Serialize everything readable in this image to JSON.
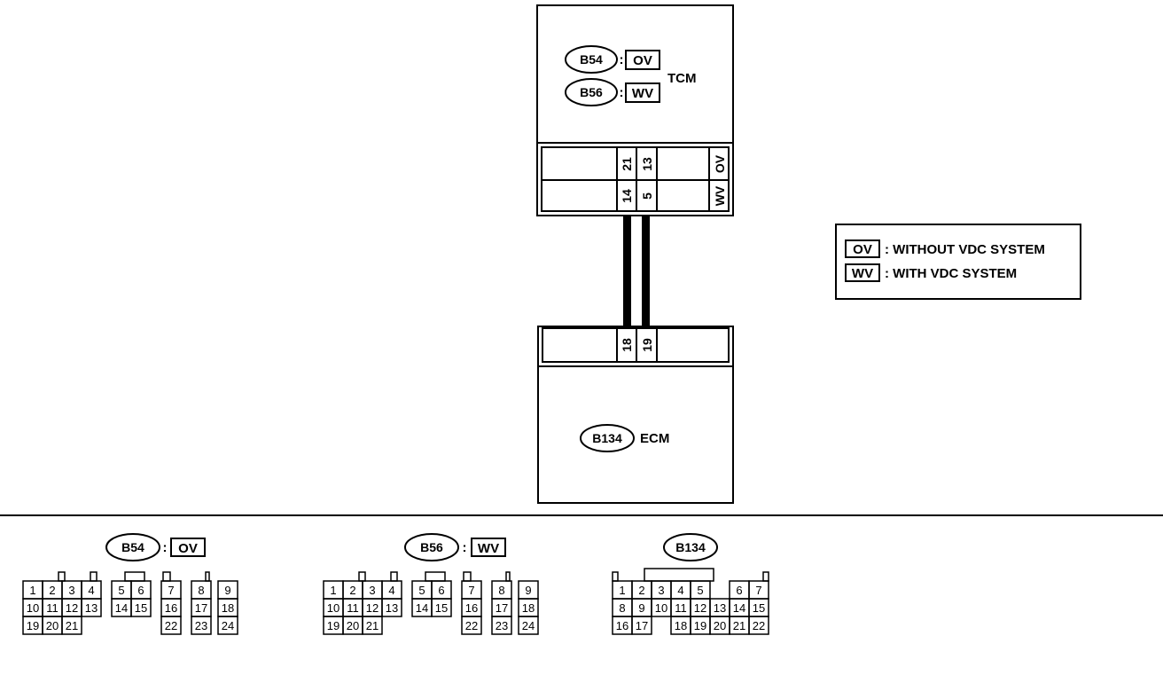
{
  "tcm": {
    "name": "TCM",
    "connector_a": "B54",
    "connector_b": "B56",
    "variant_a": "OV",
    "variant_b": "WV",
    "pins_row1": [
      "21",
      "13"
    ],
    "pins_row2": [
      "14",
      "5"
    ],
    "row1_tag": "OV",
    "row2_tag": "WV"
  },
  "ecm": {
    "name": "ECM",
    "connector": "B134",
    "pins": [
      "18",
      "19"
    ]
  },
  "legend": {
    "ov_code": "OV",
    "ov_text": ": WITHOUT VDC SYSTEM",
    "wv_code": "WV",
    "wv_text": ": WITH VDC SYSTEM"
  },
  "connectors": {
    "b54": {
      "label": "B54",
      "variant": "OV",
      "pins": [
        "1",
        "2",
        "3",
        "4",
        "5",
        "6",
        "7",
        "8",
        "9",
        "10",
        "11",
        "12",
        "13",
        "14",
        "15",
        "16",
        "17",
        "18",
        "19",
        "20",
        "21",
        "22",
        "23",
        "24"
      ]
    },
    "b56": {
      "label": "B56",
      "variant": "WV",
      "pins": [
        "1",
        "2",
        "3",
        "4",
        "5",
        "6",
        "7",
        "8",
        "9",
        "10",
        "11",
        "12",
        "13",
        "14",
        "15",
        "16",
        "17",
        "18",
        "19",
        "20",
        "21",
        "22",
        "23",
        "24"
      ]
    },
    "b134": {
      "label": "B134",
      "pins": [
        "1",
        "2",
        "3",
        "4",
        "5",
        "6",
        "7",
        "8",
        "9",
        "10",
        "11",
        "12",
        "13",
        "14",
        "15",
        "16",
        "17",
        "18",
        "19",
        "20",
        "21",
        "22"
      ]
    }
  },
  "colon": ":"
}
